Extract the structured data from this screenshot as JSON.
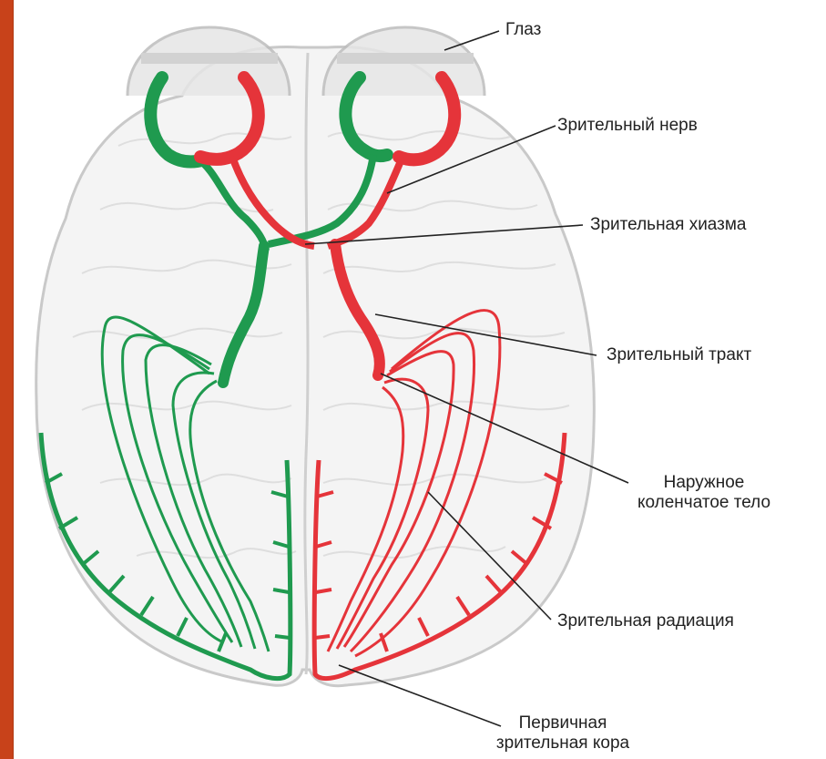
{
  "labels": {
    "eye": "Глаз",
    "optic_nerve": "Зрительный нерв",
    "optic_chiasm": "Зрительная хиазма",
    "optic_tract": "Зрительный тракт",
    "lgn_line1": "Наружное",
    "lgn_line2": "коленчатое тело",
    "optic_radiation": "Зрительная радиация",
    "visual_cortex_line1": "Первичная",
    "visual_cortex_line2": "зрительная кора"
  },
  "colors": {
    "frame": "#c8421a",
    "left_pathway": "#1f9a4f",
    "right_pathway": "#e5343a",
    "brain_fill": "#f4f4f4",
    "brain_outline": "#c9c9c9",
    "leader_line": "#222222"
  }
}
